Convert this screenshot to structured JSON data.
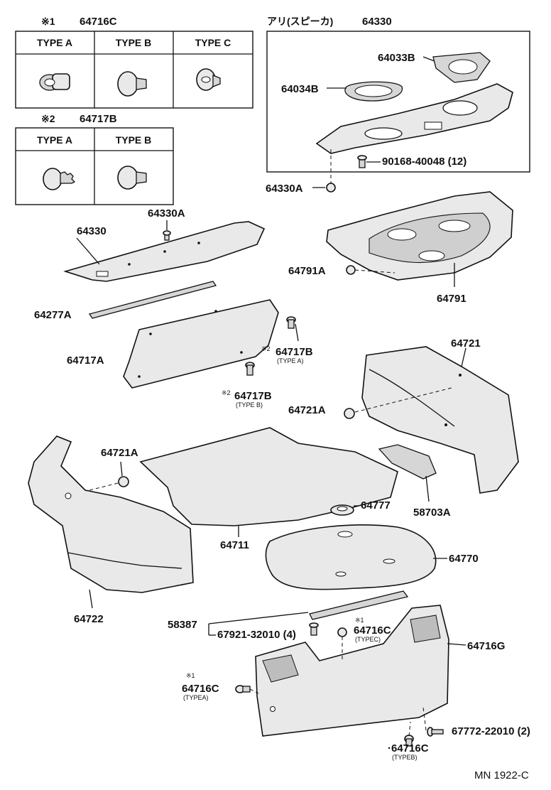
{
  "legend_1": {
    "mark": "※1",
    "part": "64716C",
    "types": [
      "TYPE A",
      "TYPE B",
      "TYPE C"
    ]
  },
  "legend_2": {
    "mark": "※2",
    "part": "64717B",
    "types": [
      "TYPE A",
      "TYPE B"
    ]
  },
  "inset": {
    "note": "アリ(スピーカ)",
    "part": "64330"
  },
  "labels": {
    "p64033B": "64033B",
    "p64034B": "64034B",
    "p90168": "90168-40048 (12)",
    "p64330A_inset": "64330A",
    "p64330A": "64330A",
    "p64330": "64330",
    "p64791A": "64791A",
    "p64791": "64791",
    "p64277A": "64277A",
    "p64717A": "64717A",
    "p64717B_a": "64717B",
    "p64717B_a_type": "(TYPE A)",
    "p64717B_a_mark": "※2",
    "p64717B_b": "64717B",
    "p64717B_b_type": "(TYPE B)",
    "p64717B_b_mark": "※2",
    "p64721": "64721",
    "p64721A_right": "64721A",
    "p64721A_left": "64721A",
    "p64711": "64711",
    "p64777": "64777",
    "p58703A": "58703A",
    "p64770": "64770",
    "p64722": "64722",
    "p58387": "58387",
    "p67921": "67921-32010 (4)",
    "p64716C_c_mark": "※1",
    "p64716C_c": "64716C",
    "p64716C_c_type": "(TYPEC)",
    "p64716G": "64716G",
    "p64716C_a_mark": "※1",
    "p64716C_a": "64716C",
    "p64716C_a_type": "(TYPEA)",
    "p64716C_b": "·64716C",
    "p64716C_b_type": "(TYPEB)",
    "p67772": "67772-22010 (2)",
    "drawing_no": "MN 1922-C"
  }
}
